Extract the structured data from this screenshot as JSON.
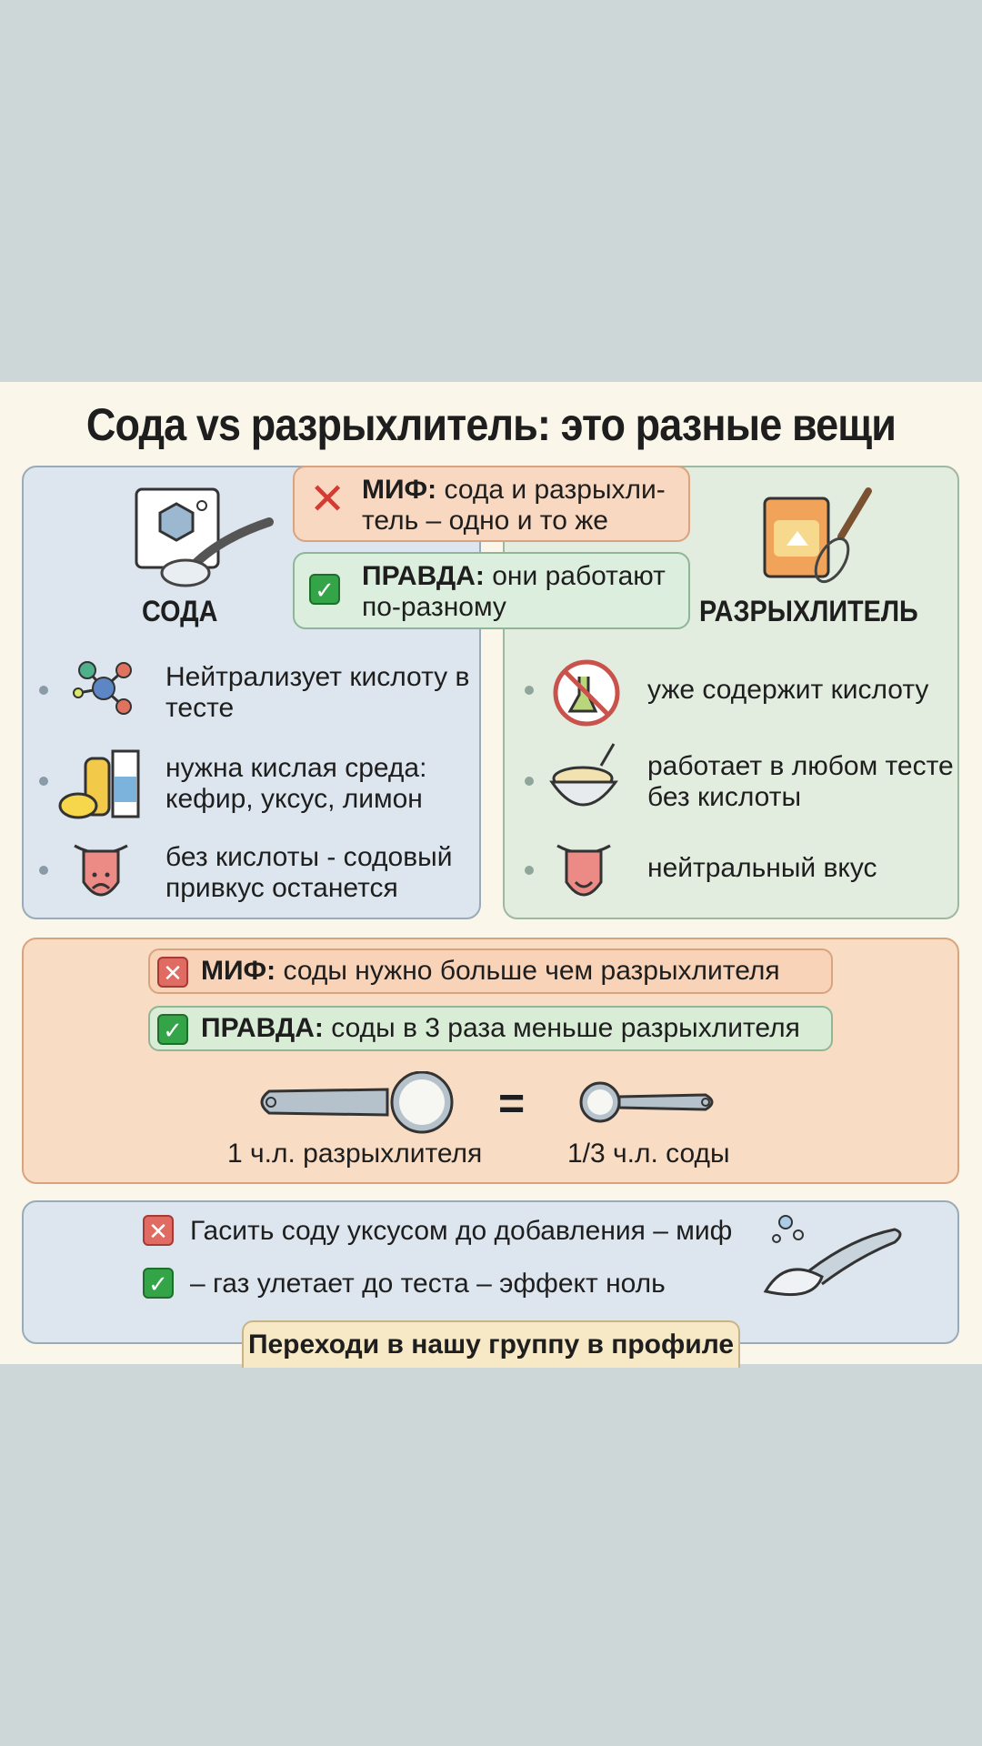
{
  "title": "Сода vs разрыхлитель: это разные вещи",
  "myth_top": {
    "label": "МИФ:",
    "text": " сода и разрыхли-тель – одно и то же"
  },
  "truth_top": {
    "label": "ПРАВДА:",
    "text": " они работают по-разному"
  },
  "soda": {
    "heading": "СОДА",
    "items": [
      {
        "icon": "molecule-icon",
        "text": "Нейтрализует кислоту в тесте"
      },
      {
        "icon": "kefir-vinegar-lemon-icon",
        "text": "нужна кислая среда: кефир, уксус, лимон"
      },
      {
        "icon": "sad-tongue-icon",
        "text": "без кислоты - содовый привкус останется"
      }
    ]
  },
  "powder": {
    "heading": "РАЗРЫХЛИТЕЛЬ",
    "items": [
      {
        "icon": "no-acid-icon",
        "text": "уже содержит кислоту"
      },
      {
        "icon": "dough-bowl-icon",
        "text": "работает в любом тесте без кислоты"
      },
      {
        "icon": "happy-tongue-icon",
        "text": "нейтральный вкус"
      }
    ]
  },
  "ratio": {
    "myth_label": "МИФ:",
    "myth_text": " соды нужно больше чем разрыхлителя",
    "truth_label": "ПРАВДА:",
    "truth_text": " соды в 3 раза меньше разрыхлителя",
    "equals": "=",
    "left_caption": "1 ч.л. разрыхлителя",
    "right_caption": "1/3 ч.л. соды"
  },
  "vinegar": {
    "myth": "Гасить соду уксусом до добавления – миф",
    "truth": "– газ улетает до теста – эффект ноль"
  },
  "cta": "Переходи в нашу группу в профиле",
  "marks": {
    "cross": "✕",
    "check": "✓"
  },
  "colors": {
    "myth": "#f8d8c0",
    "truth": "#dceedd",
    "soda_panel": "#dde6ee",
    "powder_panel": "#e2ecdf"
  }
}
